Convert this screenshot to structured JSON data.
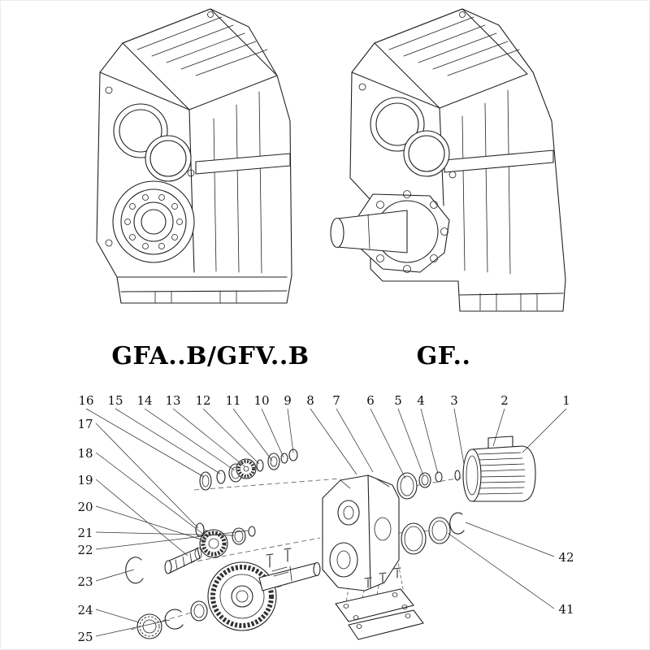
{
  "figures": {
    "left_label": "GFA..B/GFV..B",
    "right_label": "GF.."
  },
  "parts": {
    "top_row": [
      "16",
      "15",
      "14",
      "13",
      "12",
      "11",
      "10",
      "9",
      "8",
      "7",
      "6",
      "5",
      "4",
      "3",
      "2",
      "1"
    ],
    "left_column": [
      "17",
      "18",
      "19",
      "20",
      "21",
      "22",
      "23",
      "24",
      "25"
    ],
    "right_column": [
      "42",
      "41"
    ]
  },
  "colors": {
    "line": "#222222",
    "leader": "#333333",
    "background": "#ffffff"
  }
}
